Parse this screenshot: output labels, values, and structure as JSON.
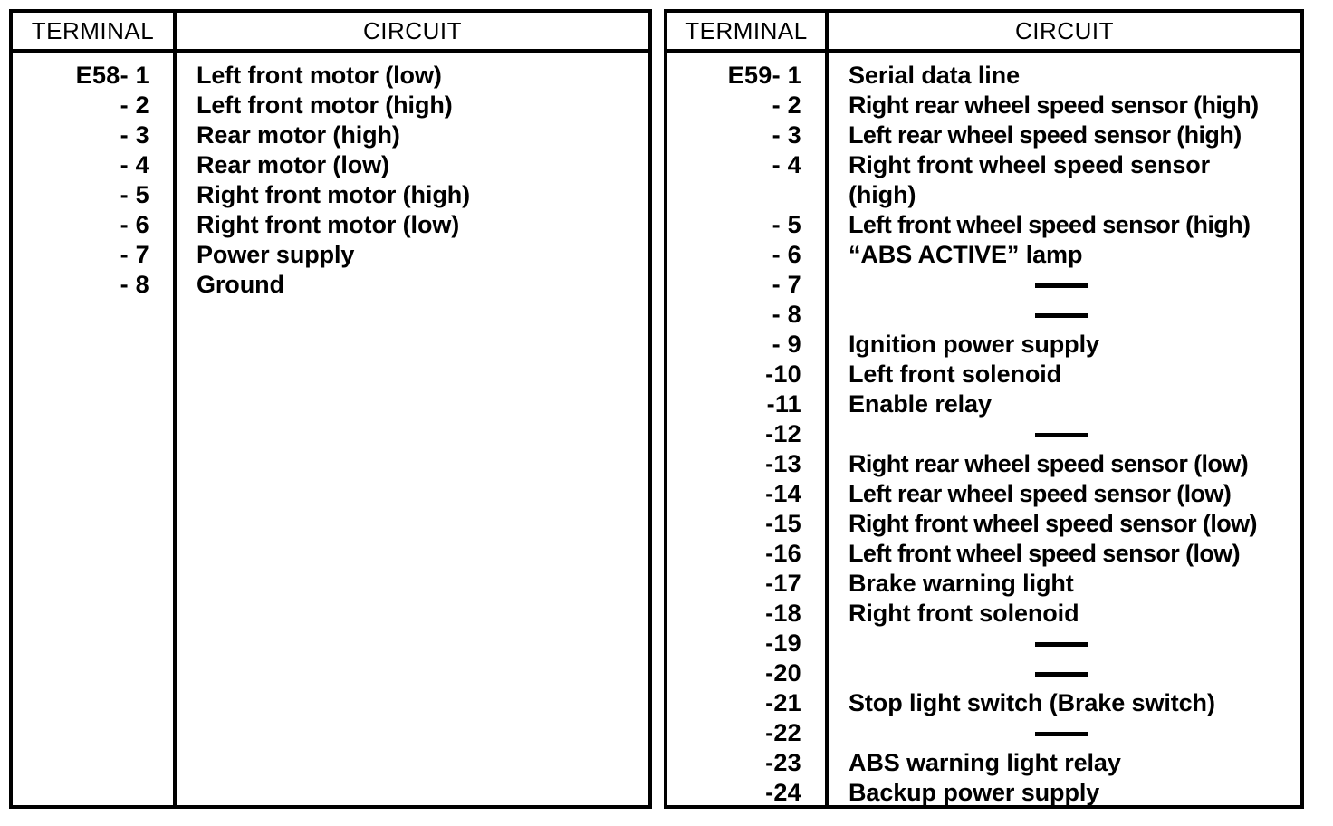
{
  "document": {
    "type": "connector-terminal-chart",
    "headers": {
      "terminal": "TERMINAL",
      "circuit": "CIRCUIT"
    },
    "blank_circuit_symbol": "—"
  },
  "tables": [
    {
      "id": "left",
      "connector": "E58",
      "header_terminal": "TERMINAL",
      "header_circuit": "CIRCUIT",
      "rows": [
        {
          "terminal": "E58- 1",
          "circuit": "Left front motor (low)"
        },
        {
          "terminal": "- 2",
          "circuit": "Left front motor (high)"
        },
        {
          "terminal": "- 3",
          "circuit": "Rear motor (high)"
        },
        {
          "terminal": "- 4",
          "circuit": "Rear motor (low)"
        },
        {
          "terminal": "- 5",
          "circuit": "Right front motor (high)"
        },
        {
          "terminal": "- 6",
          "circuit": "Right front motor (low)"
        },
        {
          "terminal": "- 7",
          "circuit": "Power supply"
        },
        {
          "terminal": "- 8",
          "circuit": "Ground"
        }
      ]
    },
    {
      "id": "right",
      "connector": "E59",
      "header_terminal": "TERMINAL",
      "header_circuit": "CIRCUIT",
      "rows": [
        {
          "terminal": "E59- 1",
          "circuit": "Serial data line"
        },
        {
          "terminal": "- 2",
          "circuit": "Right rear wheel speed sensor (high)"
        },
        {
          "terminal": "- 3",
          "circuit": "Left rear wheel speed sensor (high)"
        },
        {
          "terminal": "- 4",
          "circuit": "Right front wheel speed sensor (high)",
          "wrap": true
        },
        {
          "terminal": "- 5",
          "circuit": "Left front wheel speed sensor (high)"
        },
        {
          "terminal": "- 6",
          "circuit": "“ABS ACTIVE” lamp"
        },
        {
          "terminal": "- 7",
          "circuit": "",
          "blank": true
        },
        {
          "terminal": "- 8",
          "circuit": "",
          "blank": true
        },
        {
          "terminal": "- 9",
          "circuit": "Ignition power supply"
        },
        {
          "terminal": "-10",
          "circuit": "Left front solenoid"
        },
        {
          "terminal": "-11",
          "circuit": "Enable relay"
        },
        {
          "terminal": "-12",
          "circuit": "",
          "blank": true
        },
        {
          "terminal": "-13",
          "circuit": "Right rear wheel speed sensor (low)"
        },
        {
          "terminal": "-14",
          "circuit": "Left rear wheel speed sensor (low)"
        },
        {
          "terminal": "-15",
          "circuit": "Right front wheel speed sensor (low)"
        },
        {
          "terminal": "-16",
          "circuit": "Left front wheel speed sensor (low)"
        },
        {
          "terminal": "-17",
          "circuit": "Brake warning light"
        },
        {
          "terminal": "-18",
          "circuit": "Right front solenoid"
        },
        {
          "terminal": "-19",
          "circuit": "",
          "blank": true
        },
        {
          "terminal": "-20",
          "circuit": "",
          "blank": true
        },
        {
          "terminal": "-21",
          "circuit": "Stop light switch (Brake switch)"
        },
        {
          "terminal": "-22",
          "circuit": "",
          "blank": true
        },
        {
          "terminal": "-23",
          "circuit": "ABS warning light relay"
        },
        {
          "terminal": "-24",
          "circuit": "Backup power supply"
        }
      ]
    }
  ]
}
